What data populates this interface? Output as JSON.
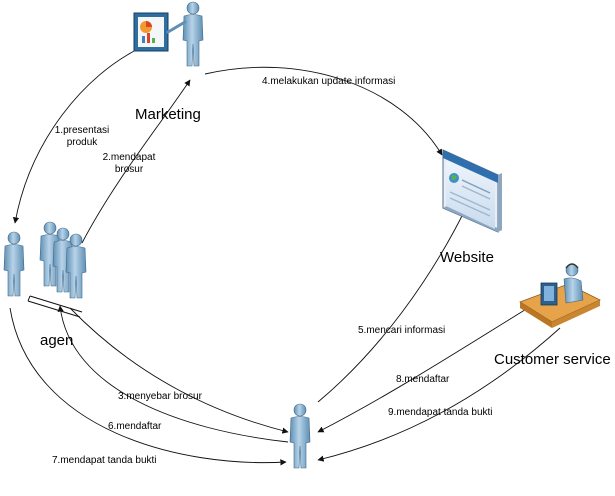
{
  "nodes": {
    "marketing": "Marketing",
    "website": "Website",
    "agen": "agen",
    "customer_service": "Customer service"
  },
  "edges": {
    "e1_line1": "1.presentasi",
    "e1_line2": "produk",
    "e2_line1": "2.mendapat",
    "e2_line2": "brosur",
    "e3": "3.menyebar brosur",
    "e4": "4.melakukan update informasi",
    "e5": "5.mencari informasi",
    "e6": "6.mendaftar",
    "e7": "7.mendapat tanda bukti",
    "e8": "8.mendaftar",
    "e9": "9.mendapat tanda bukti"
  },
  "icons": {
    "marketing": "presenter-icon",
    "website": "browser-window-icon",
    "agen_group": "people-group-icon",
    "agen_single": "person-icon",
    "customer_service": "operator-at-desk-icon",
    "customer": "person-icon"
  }
}
